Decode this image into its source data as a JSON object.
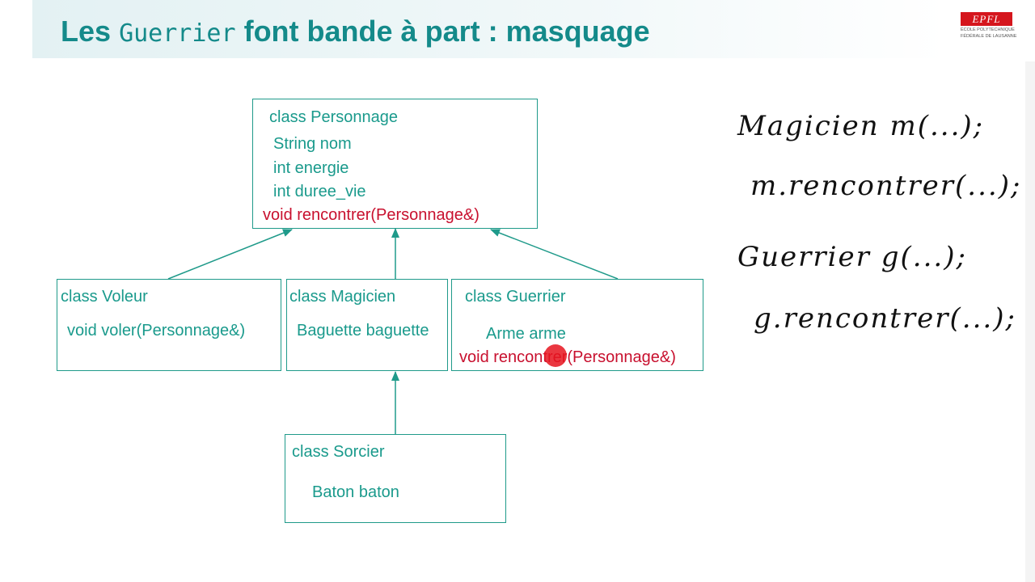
{
  "slide": {
    "title_prefix": "Les",
    "title_code": "Guerrier",
    "title_suffix": "font bande à part : masquage",
    "accent_color": "#148a8a",
    "member_color": "#1a9a8c",
    "highlight_color": "#c8102e"
  },
  "logo": {
    "mark": "EPFL",
    "line1": "ÉCOLE POLYTECHNIQUE",
    "line2": "FÉDÉRALE DE LAUSANNE"
  },
  "diagram": {
    "personnage": {
      "name": "class Personnage",
      "members": [
        "String nom",
        "int energie",
        "int duree_vie"
      ],
      "method": "void rencontrer(Personnage&)"
    },
    "voleur": {
      "name": "class Voleur",
      "method": "void voler(Personnage&)"
    },
    "magicien": {
      "name": "class Magicien",
      "member": "Baguette baguette"
    },
    "guerrier": {
      "name": "class Guerrier",
      "member": "Arme arme",
      "method": "void rencontrer(Personnage&)"
    },
    "sorcier": {
      "name": "class Sorcier",
      "member": "Baton baton"
    }
  },
  "handwriting": [
    "Magicien m(...);",
    "m.rencontrer(...);",
    "Guerrier g(...);",
    "g.rencontrer(...);"
  ]
}
